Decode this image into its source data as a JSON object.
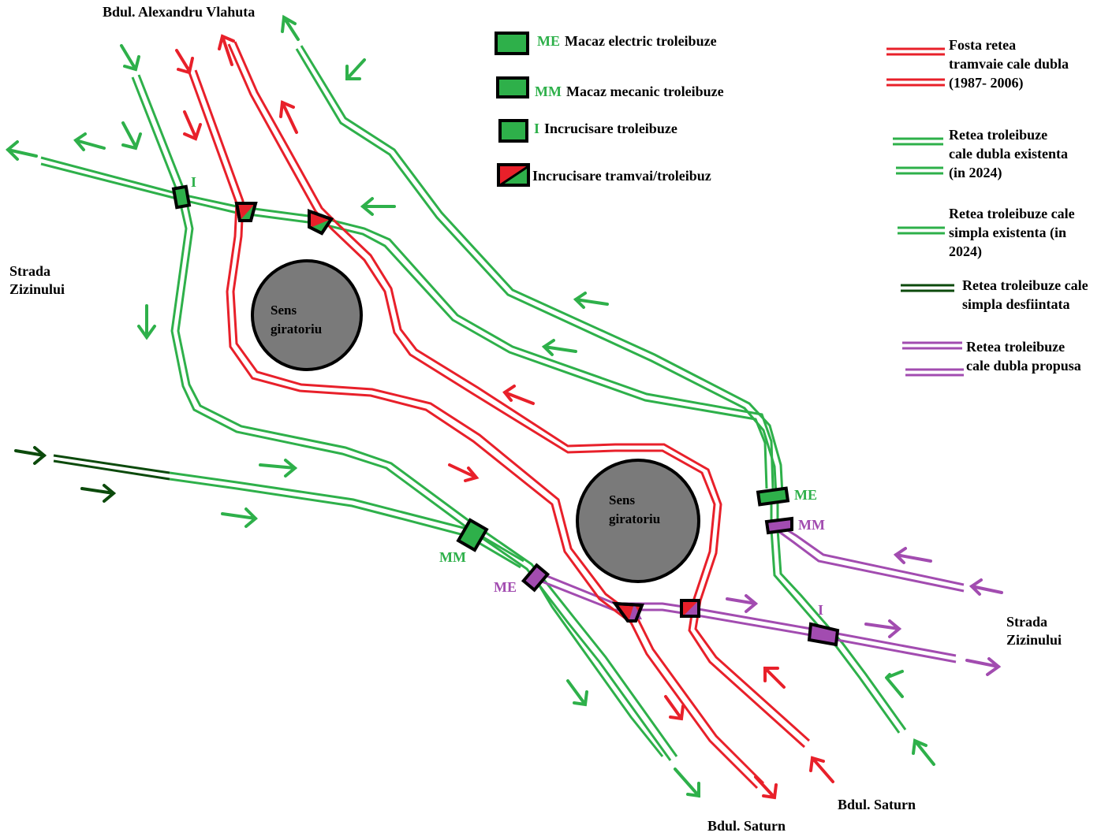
{
  "colors": {
    "red": "#e8202a",
    "green": "#2eb04a",
    "dark_green": "#0c4a0c",
    "purple": "#a24cb0",
    "circle": "#7a7a7a"
  },
  "streets": {
    "vlahuta": "Bdul. Alexandru Vlahuta",
    "zizinului_left_1": "Strada",
    "zizinului_left_2": "Zizinului",
    "zizinului_right_1": "Strada",
    "zizinului_right_2": "Zizinului",
    "saturn_1": "Bdul. Saturn",
    "saturn_2": "Bdul. Saturn"
  },
  "roundabouts": [
    {
      "line1": "Sens",
      "line2": "giratoriu"
    },
    {
      "line1": "Sens",
      "line2": "giratoriu"
    }
  ],
  "node_labels": {
    "I_top": "I",
    "MM_left": "MM",
    "ME_mid": "ME",
    "ME_right": "ME",
    "MM_right": "MM",
    "I_right": "I"
  },
  "legend_symbols": [
    {
      "code": "ME",
      "label": "Macaz electric troleibuze"
    },
    {
      "code": "MM",
      "label": "Macaz mecanic troleibuze"
    },
    {
      "code": "I",
      "label": "Incrucisare troleibuze"
    },
    {
      "code": "",
      "label": "Incrucisare tramvai/troleibuz"
    }
  ],
  "legend_lines": [
    {
      "lines": [
        "Fosta retea",
        "tramvaie cale dubla",
        "(1987- 2006)"
      ]
    },
    {
      "lines": [
        "Retea troleibuze",
        "cale dubla existenta",
        "(in 2024)"
      ]
    },
    {
      "lines": [
        "Retea troleibuze cale",
        "simpla existenta (in",
        "2024)"
      ]
    },
    {
      "lines": [
        "Retea troleibuze cale",
        "simpla desfiintata"
      ]
    },
    {
      "lines": [
        "Retea troleibuze",
        "cale dubla propusa"
      ]
    }
  ]
}
